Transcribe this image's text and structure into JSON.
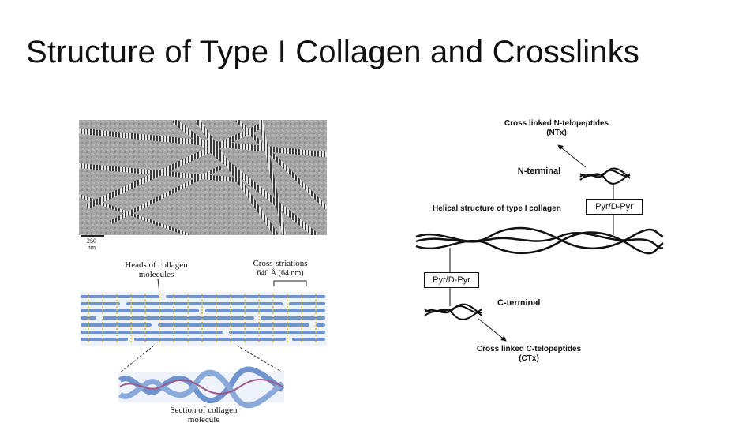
{
  "slide": {
    "title": "Structure of Type I Collagen and Crosslinks"
  },
  "left_figure": {
    "scale_bar": "250 nm",
    "heads_label": "Heads of collagen molecules",
    "cross_striations_label_line1": "Cross-striations",
    "cross_striations_label_line2": "640 Å (64 nm)",
    "section_label": "Section of collagen molecule"
  },
  "right_figure": {
    "ntx_label_line1": "Cross linked N-telopeptides",
    "ntx_label_line2": "(NTx)",
    "n_terminal": "N-terminal",
    "helical_label": "Helical structure of type I collagen",
    "pyr_upper": "Pyr/D-Pyr",
    "pyr_lower": "Pyr/D-Pyr",
    "c_terminal": "C-terminal",
    "ctx_label_line1": "Cross linked C-telopeptides",
    "ctx_label_line2": "(CTx)"
  }
}
